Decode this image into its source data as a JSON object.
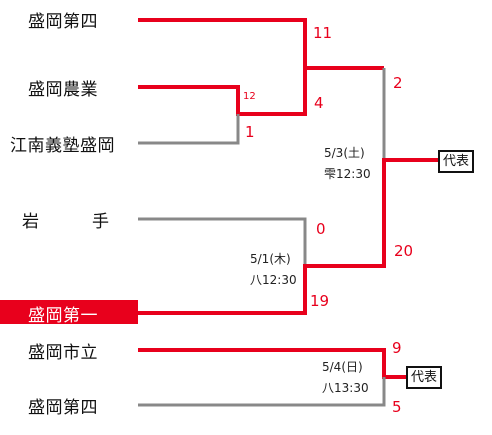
{
  "teams": [
    {
      "name": "盛岡第四"
    },
    {
      "name": "盛岡農業"
    },
    {
      "name": "江南義塾盛岡"
    },
    {
      "name": "岩　　　手"
    },
    {
      "name": "盛岡第一"
    },
    {
      "name": "盛岡市立"
    },
    {
      "name": "盛岡第四"
    }
  ],
  "scores": {
    "s11": "11",
    "s12": "12",
    "s4": "4",
    "s1": "1",
    "s2": "2",
    "s0": "0",
    "s19": "19",
    "s20": "20",
    "s9": "9",
    "s5": "5"
  },
  "games": {
    "g1": {
      "date": "5/3(土)",
      "venue": "雫12:30"
    },
    "g2": {
      "date": "5/1(木)",
      "venue": "八12:30"
    },
    "g3": {
      "date": "5/4(日)",
      "venue": "八13:30"
    }
  },
  "badges": {
    "final_a": "代表",
    "final_b": "代表"
  },
  "colors": {
    "win": "#e8001c",
    "lose": "#888888"
  }
}
